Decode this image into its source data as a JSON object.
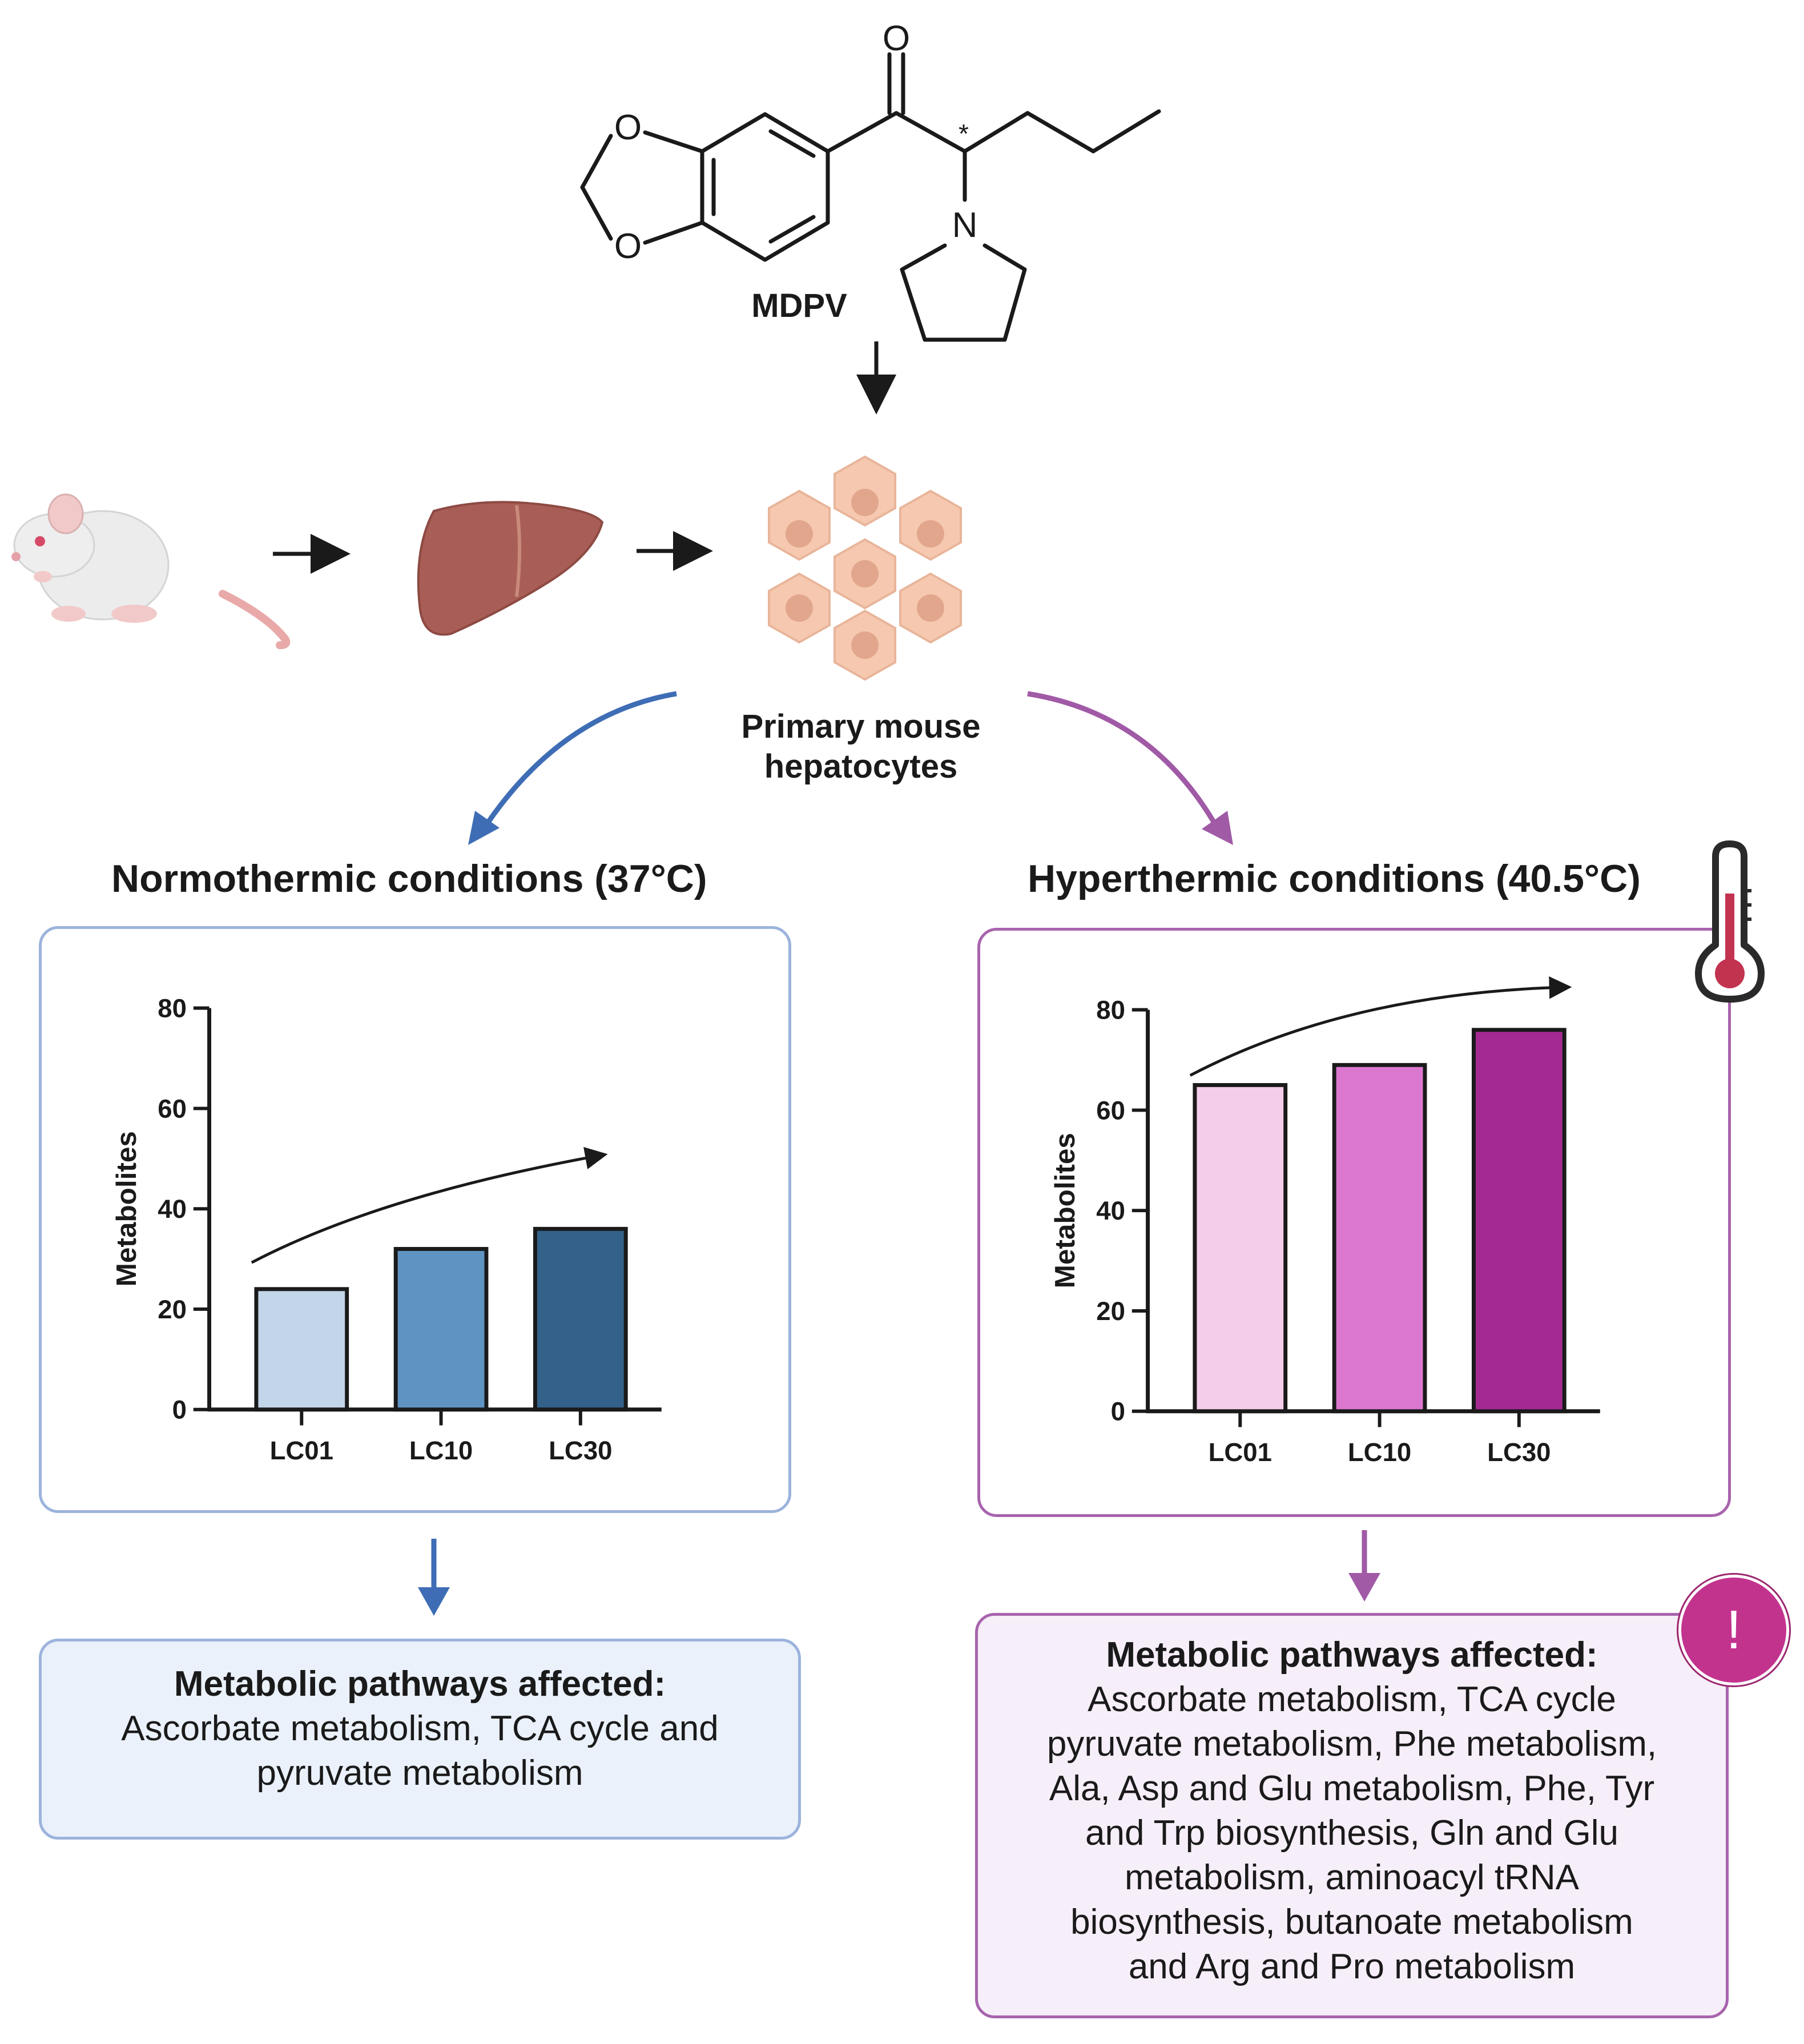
{
  "compound": {
    "name": "MDPV"
  },
  "cells": {
    "label_line1": "Primary mouse",
    "label_line2": "hepatocytes"
  },
  "colors": {
    "normo_accent": "#3e6db5",
    "normo_border": "#9cb3dc",
    "normo_fill": "#eaf1fb",
    "hyper_accent": "#a05aa6",
    "hyper_border": "#a864ad",
    "hyper_fill": "#f6eef8",
    "alert": "#c2338e"
  },
  "normothermic": {
    "title": "Normothermic conditions (37°C)",
    "pathways_title": "Metabolic pathways affected:",
    "pathways_line1": "Ascorbate metabolism, TCA cycle and",
    "pathways_line2": "pyruvate metabolism"
  },
  "hyperthermic": {
    "title": "Hyperthermic conditions (40.5°C)",
    "pathways_title": "Metabolic pathways affected:",
    "pathways_lines": [
      "Ascorbate metabolism, TCA cycle",
      "pyruvate metabolism, Phe metabolism,",
      "Ala, Asp and Glu metabolism, Phe, Tyr",
      "and Trp biosynthesis, Gln and Glu",
      "metabolism, aminoacyl tRNA",
      "biosynthesis, butanoate metabolism",
      "and Arg and Pro metabolism"
    ],
    "alert_symbol": "!"
  },
  "chart_data": [
    {
      "type": "bar",
      "categories": [
        "LC01",
        "LC10",
        "LC30"
      ],
      "values": [
        24,
        32,
        36
      ],
      "ylabel": "Metabolites",
      "ylim": [
        0,
        80
      ],
      "yticks": [
        0,
        20,
        40,
        60,
        80
      ],
      "colors": [
        "#c3d5e8",
        "#5f93c2",
        "#33618a"
      ]
    },
    {
      "type": "bar",
      "categories": [
        "LC01",
        "LC10",
        "LC30"
      ],
      "values": [
        65,
        69,
        76
      ],
      "ylabel": "Metabolites",
      "ylim": [
        0,
        80
      ],
      "yticks": [
        0,
        20,
        40,
        60,
        80
      ],
      "colors": [
        "#f3cdea",
        "#db77cf",
        "#a52993"
      ]
    }
  ]
}
